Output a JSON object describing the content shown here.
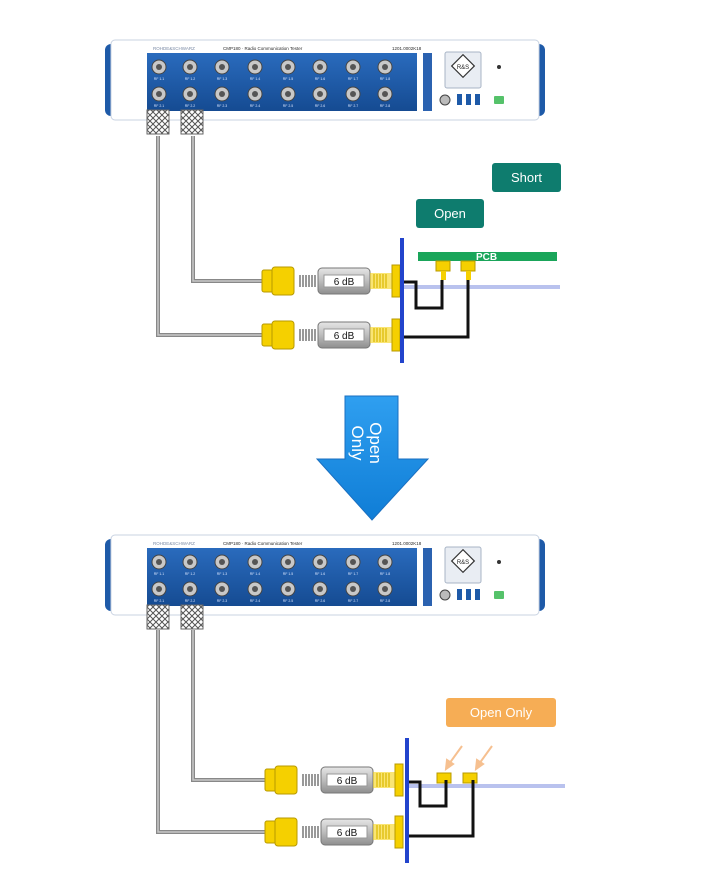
{
  "colors": {
    "teal": "#0e7c6e",
    "orange": "#f6ad55",
    "arrow": "#1f8fe0",
    "pcb": "#1aa55a",
    "connector": "#f5d000",
    "instrument_blue": "#1e5aa8",
    "trace": "#b9c2ee"
  },
  "instrument": {
    "brand": "ROHDE&SCHWARZ",
    "model": "CMP180 · Radio Communication Tester",
    "serial": "1201.0002K18",
    "logo": "R&S",
    "port_labels_top": [
      "RF 1.1",
      "RF 1.2",
      "RF 1.3",
      "RF 1.4",
      "RF 1.5",
      "RF 1.6",
      "RF 1.7",
      "RF 1.8"
    ],
    "port_labels_bottom": [
      "RF 2.1",
      "RF 2.2",
      "RF 2.3",
      "RF 2.4",
      "RF 2.5",
      "RF 2.6",
      "RF 2.7",
      "RF 2.8"
    ]
  },
  "top_setup": {
    "attenuators": [
      "6 dB",
      "6 dB"
    ],
    "pcb_label": "PCB",
    "buttons": {
      "short": "Short",
      "open": "Open"
    }
  },
  "transition": {
    "label_line1": "Open",
    "label_line2": "Only"
  },
  "bottom_setup": {
    "attenuators": [
      "6 dB",
      "6 dB"
    ],
    "button": "Open Only"
  }
}
